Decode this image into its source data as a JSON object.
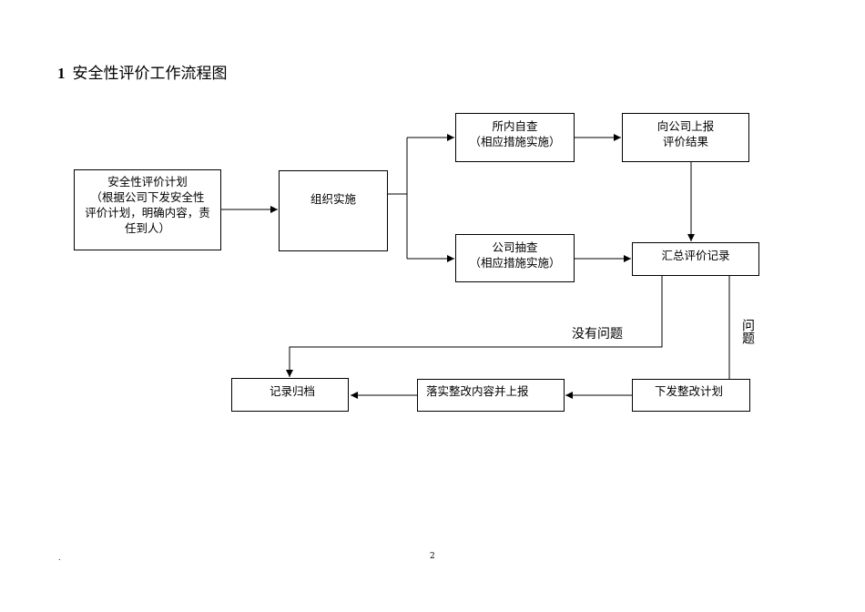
{
  "heading": {
    "number": "1",
    "text": "安全性评价工作流程图"
  },
  "nodes": {
    "plan": {
      "lines": [
        "安全性评价计划",
        "（根据公司下发安全性",
        "评价计划，明确内容，责",
        "任到人）"
      ]
    },
    "organize": {
      "lines": [
        "组织实施"
      ]
    },
    "self_check": {
      "lines": [
        "所内自查",
        "（相应措施实施）"
      ]
    },
    "report_up": {
      "lines": [
        "向公司上报",
        "评价结果"
      ]
    },
    "company_check": {
      "lines": [
        "公司抽查",
        "（相应措施实施）"
      ]
    },
    "summary": {
      "lines": [
        "汇总评价记录"
      ]
    },
    "archive": {
      "lines": [
        "记录归档"
      ]
    },
    "rectify_report": {
      "lines": [
        "落实整改内容并上报"
      ]
    },
    "issue_plan": {
      "lines": [
        "下发整改计划"
      ]
    }
  },
  "edge_labels": {
    "no_problem": "没有问题",
    "problem": "问题"
  },
  "footer": {
    "mark": ".",
    "page_number": "2"
  }
}
